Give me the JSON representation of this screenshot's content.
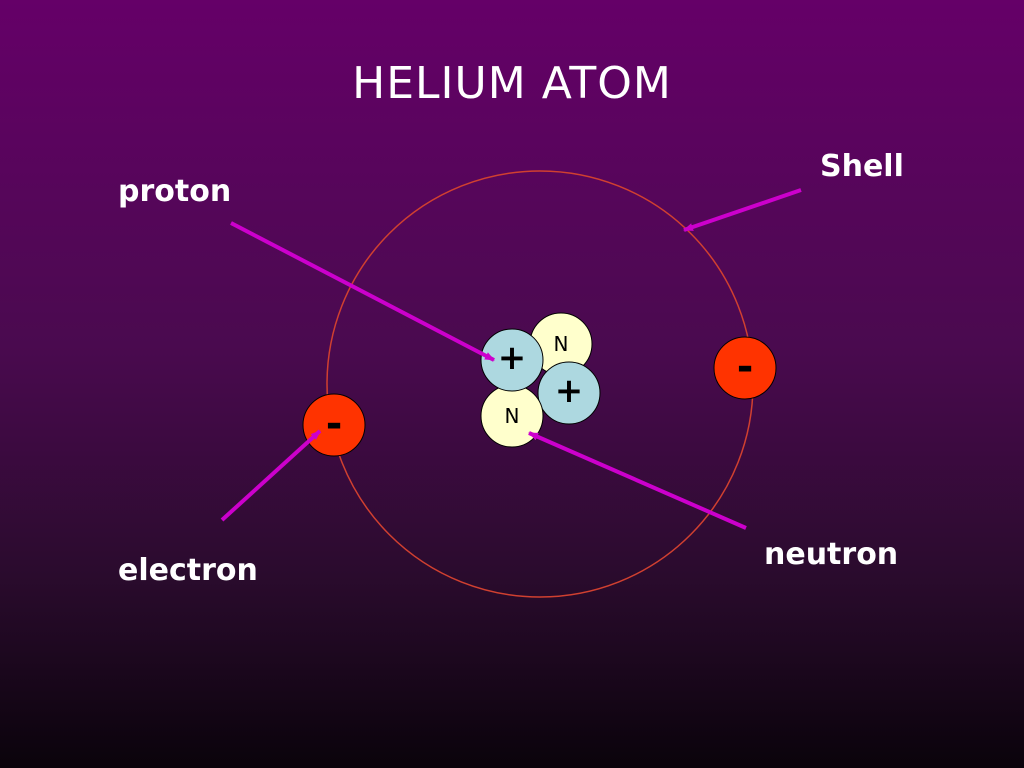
{
  "title": "HELIUM ATOM",
  "labels": {
    "proton": "proton",
    "shell": "Shell",
    "electron": "electron",
    "neutron": "neutron"
  },
  "particles": {
    "neutron_symbol": "N",
    "proton_symbol": "+",
    "electron_symbol": "-"
  },
  "colors": {
    "proton": "#add8e0",
    "neutron": "#ffffcc",
    "electron": "#ff3300",
    "shell": "#d04030",
    "arrow": "#cc00cc"
  }
}
